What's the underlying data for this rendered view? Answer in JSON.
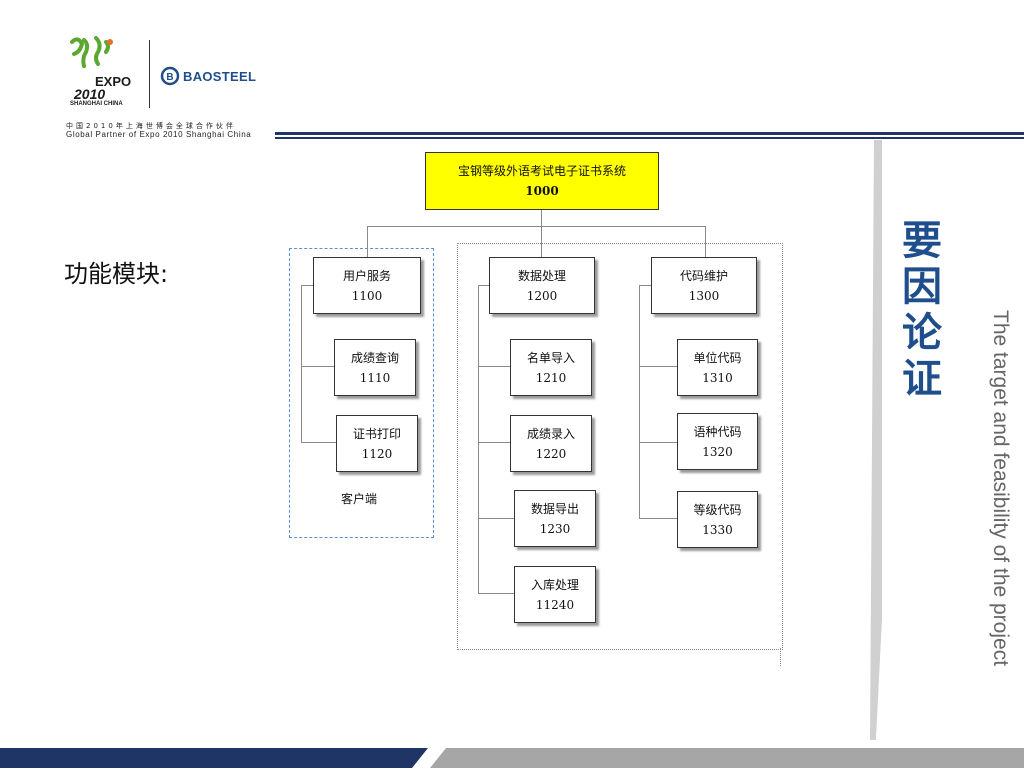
{
  "header": {
    "expo_logo_text": "EXPO",
    "expo_year_text": "2010",
    "expo_city_text": "SHANGHAI CHINA",
    "baosteel_logo_text": "BAOSTEEL",
    "partner_cn": "中国2010年上海世博会全球合作伙伴",
    "partner_en": "Global Partner of Expo 2010 Shanghai China"
  },
  "slide": {
    "heading": "功能模块:",
    "side_title_chars": [
      "要",
      "因",
      "论",
      "证"
    ],
    "side_subtitle": "The target and feasibility of the project"
  },
  "diagram": {
    "root": {
      "name": "宝钢等级外语考试电子证书系统",
      "code": "1000"
    },
    "client_label": "客户端",
    "groups": [
      {
        "name": "用户服务",
        "code": "1100",
        "children": [
          {
            "name": "成绩查询",
            "code": "1110"
          },
          {
            "name": "证书打印",
            "code": "1120"
          }
        ]
      },
      {
        "name": "数据处理",
        "code": "1200",
        "children": [
          {
            "name": "名单导入",
            "code": "1210"
          },
          {
            "name": "成绩录入",
            "code": "1220"
          },
          {
            "name": "数据导出",
            "code": "1230"
          },
          {
            "name": "入库处理",
            "code": "11240"
          }
        ]
      },
      {
        "name": "代码维护",
        "code": "1300",
        "children": [
          {
            "name": "单位代码",
            "code": "1310"
          },
          {
            "name": "语种代码",
            "code": "1320"
          },
          {
            "name": "等级代码",
            "code": "1330"
          }
        ]
      }
    ]
  },
  "colors": {
    "root_fill": "#ffff00",
    "side_title": "#1f4e8c",
    "dashed_client_border": "#5b8fd6",
    "bottom_bar_dark": "#1e3566",
    "bottom_bar_gray": "#a6a6a6"
  }
}
